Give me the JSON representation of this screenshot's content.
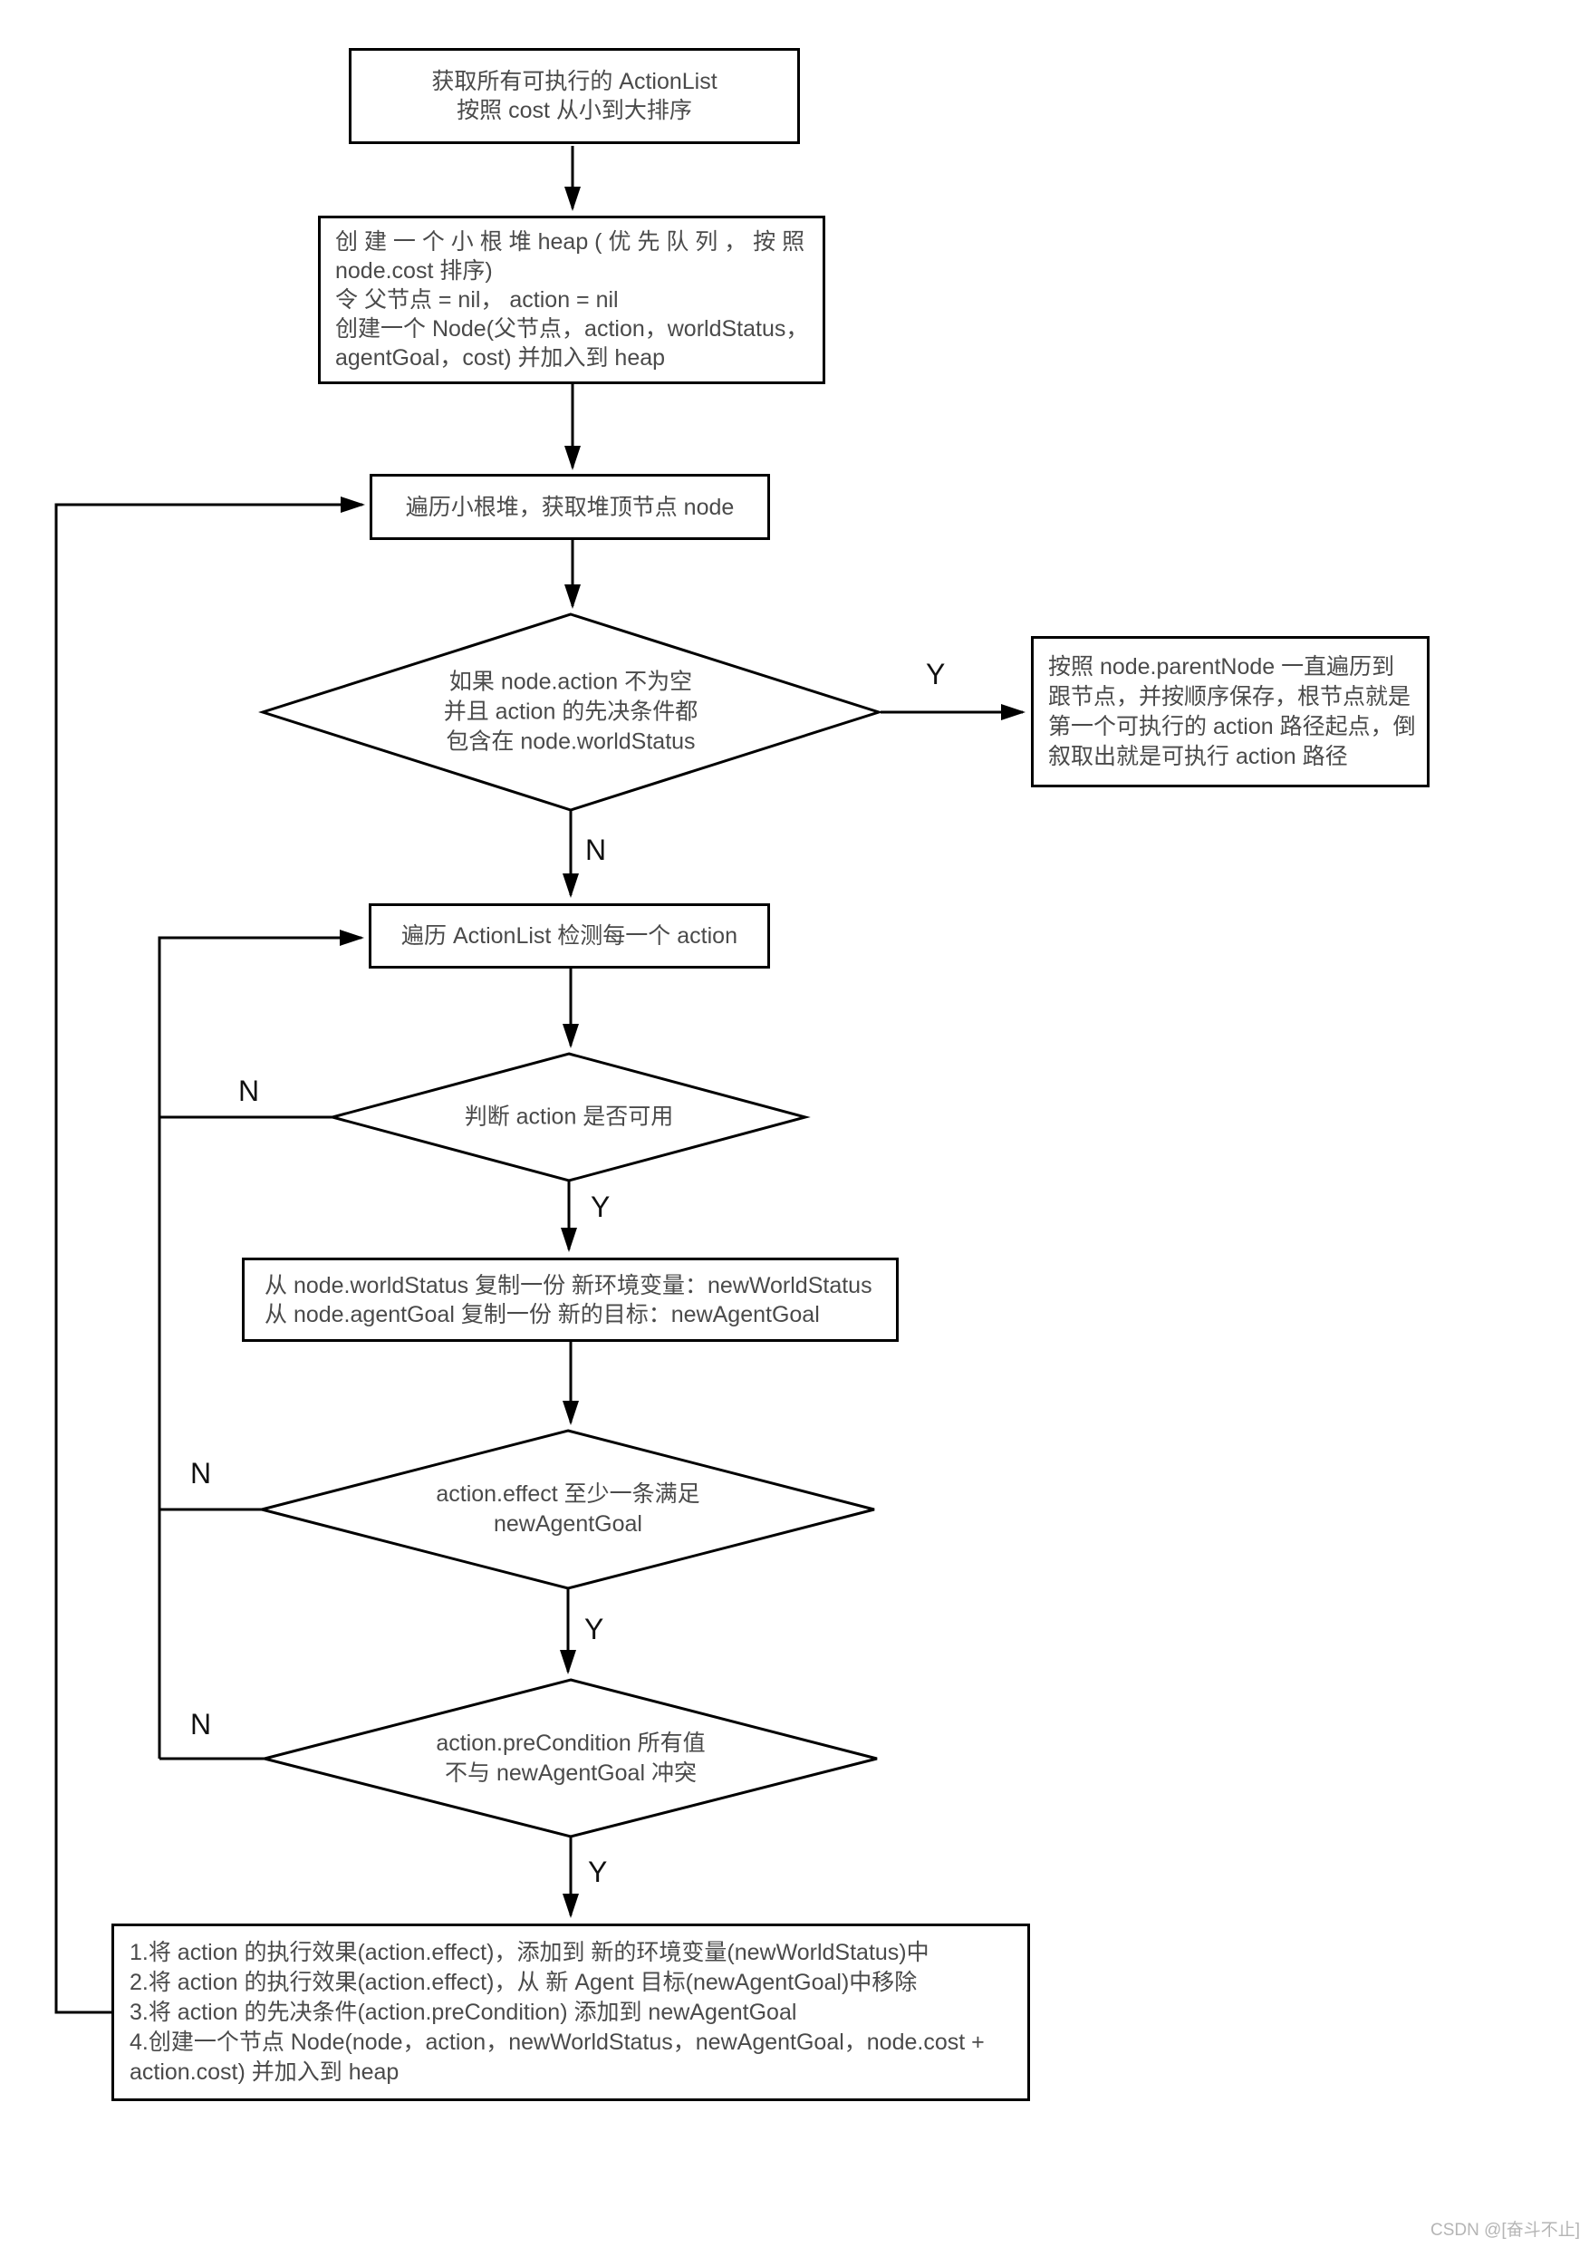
{
  "nodes": {
    "box1": {
      "lines": [
        "获取所有可执行的 ActionList",
        "按照 cost 从小到大排序"
      ]
    },
    "box2": {
      "lines": [
        "创 建 一 个 小 根 堆   heap ( 优 先 队 列 ，  按 照",
        "node.cost 排序)",
        "令 父节点 = nil，  action = nil",
        "创建一个 Node(父节点，action，worldStatus，",
        "agentGoal，cost) 并加入到 heap"
      ]
    },
    "box3": {
      "text": "遍历小根堆，获取堆顶节点 node"
    },
    "diamond1": {
      "lines": [
        "如果 node.action 不为空",
        "并且 action 的先决条件都",
        "包含在 node.worldStatus"
      ]
    },
    "rightbox": {
      "lines": [
        "按照 node.parentNode 一直遍历到",
        "跟节点，并按顺序保存，根节点就是",
        "第一个可执行的 action 路径起点，倒",
        "叙取出就是可执行 action 路径"
      ]
    },
    "box4": {
      "text": "遍历 ActionList 检测每一个 action"
    },
    "diamond2": {
      "text": "判断 action 是否可用"
    },
    "box5": {
      "lines": [
        "从 node.worldStatus 复制一份 新环境变量：newWorldStatus",
        "从 node.agentGoal 复制一份 新的目标：newAgentGoal"
      ]
    },
    "diamond3": {
      "lines": [
        "action.effect 至少一条满足",
        "newAgentGoal"
      ]
    },
    "diamond4": {
      "lines": [
        "action.preCondition 所有值",
        "不与 newAgentGoal 冲突"
      ]
    },
    "bottombox": {
      "lines": [
        "1.将 action 的执行效果(action.effect)，添加到 新的环境变量(newWorldStatus)中",
        "2.将 action 的执行效果(action.effect)，从 新 Agent 目标(newAgentGoal)中移除",
        "3.将 action 的先决条件(action.preCondition) 添加到 newAgentGoal",
        "4.创建一个节点 Node(node，action，newWorldStatus，newAgentGoal，node.cost +",
        "action.cost) 并加入到 heap"
      ]
    }
  },
  "labels": {
    "d1_yes": "Y",
    "d1_no": "N",
    "d2_no": "N",
    "d2_yes": "Y",
    "d3_no": "N",
    "d3_yes": "Y",
    "d4_no": "N",
    "d4_yes": "Y"
  },
  "colors": {
    "stroke": "#000000",
    "text": "#4a4a4a",
    "watermark": "#b5b5b5",
    "background": "#ffffff"
  },
  "watermark_text": "CSDN @[奋斗不止]"
}
